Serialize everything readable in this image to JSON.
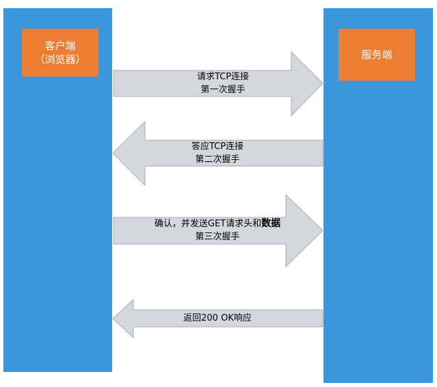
{
  "client": {
    "title": "客户端",
    "subtitle": "（浏览器）"
  },
  "server": {
    "title": "服务端"
  },
  "arrows": [
    {
      "direction": "right",
      "line1": "请求TCP连接",
      "line2": "第一次握手"
    },
    {
      "direction": "left",
      "line1": "答应TCP连接",
      "line2": "第二次握手"
    },
    {
      "direction": "right",
      "line1_prefix": "确认，并发送GET请求头和",
      "line1_bold": "数据",
      "line2": "第三次握手"
    },
    {
      "direction": "left",
      "line1": "返回200 OK响应"
    }
  ],
  "colors": {
    "column": "#3a96dd",
    "box": "#ed7d31",
    "arrow_fill": "#d4d8de",
    "arrow_stroke": "#a7adb5"
  }
}
